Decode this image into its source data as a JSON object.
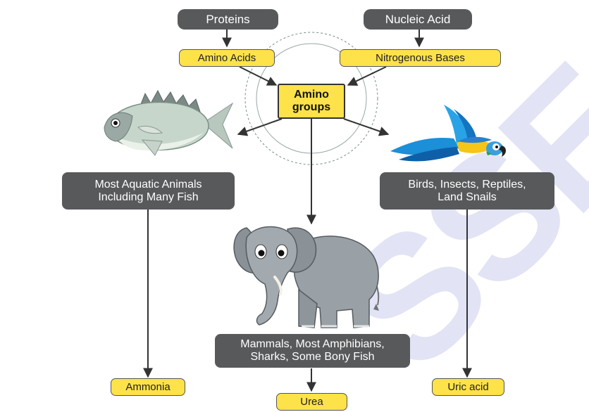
{
  "sources": {
    "proteins": "Proteins",
    "nucleic_acid": "Nucleic Acid"
  },
  "intermediates": {
    "amino_acids": "Amino Acids",
    "nitrogenous_bases": "Nitrogenous Bases"
  },
  "center": {
    "line1": "Amino",
    "line2": "groups"
  },
  "groups": {
    "aquatic": {
      "line1": "Most Aquatic Animals",
      "line2": "Including Many Fish"
    },
    "birds": {
      "line1": "Birds, Insects, Reptiles,",
      "line2": "Land Snails"
    },
    "mammals": {
      "line1": "Mammals, Most Amphibians,",
      "line2": "Sharks, Some Bony Fish"
    }
  },
  "products": {
    "ammonia": "Ammonia",
    "urea": "Urea",
    "uric_acid": "Uric acid"
  },
  "illustrations": [
    "fish-illustration",
    "parrot-illustration",
    "elephant-illustration"
  ],
  "watermark": "SSES",
  "colors": {
    "dark_box": "#58595b",
    "yellow_box": "#fde24a",
    "line": "#333333",
    "watermark": "#2b3bb5"
  }
}
